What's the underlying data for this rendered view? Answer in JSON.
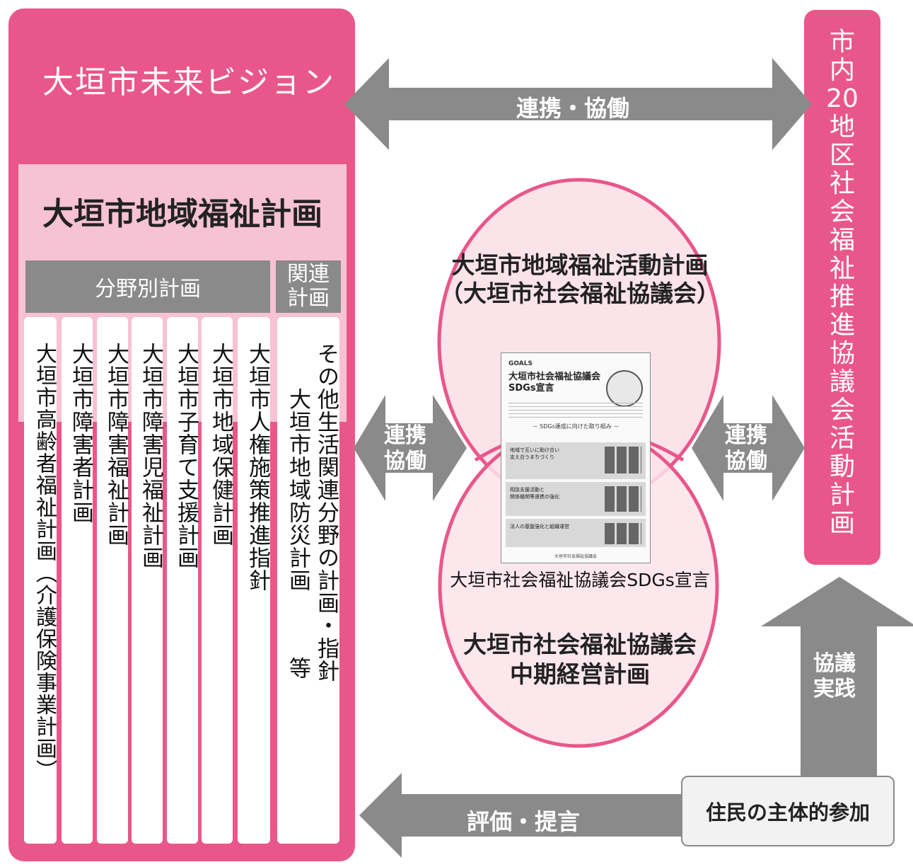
{
  "vision": {
    "title": "大垣市未来ビジョン"
  },
  "welfare_plan": {
    "title": "大垣市地域福祉計画",
    "sector_header": "分野別計画",
    "related_header_line1": "関連",
    "related_header_line2": "計画",
    "sector_plans": [
      "大垣市高齢者福祉計画（介護保険事業計画）",
      "大垣市障害者計画",
      "大垣市障害福祉計画",
      "大垣市障害児福祉計画",
      "大垣市子育て支援計画",
      "大垣市地域保健計画",
      "大垣市人権施策推進指針"
    ],
    "related_plan_line1": "その他生活関連分野の計画・指針",
    "related_plan_line2": "大垣市地域防災計画",
    "related_plan_line3": "等"
  },
  "district": {
    "title": "市内20地区社会福祉推進協議会活動計画"
  },
  "arrows": {
    "top": "連携・協働",
    "left_mid_line1": "連携",
    "left_mid_line2": "協働",
    "right_mid_line1": "連携",
    "right_mid_line2": "協働",
    "bottom": "評価・提言",
    "up_line1": "協議",
    "up_line2": "実践"
  },
  "center": {
    "activity_plan_line1": "大垣市地域福祉活動計画",
    "activity_plan_line2": "（大垣市社会福祉協議会）",
    "mid_term_line1": "大垣市社会福祉協議会",
    "mid_term_line2": "中期経営計画",
    "doc_caption": "大垣市社会福祉協議会SDGs宣言",
    "doc": {
      "brand": "GOALS",
      "title_line1": "大垣市社会福祉協議会",
      "title_line2": "SDGs宣言",
      "section": "－ SDGs達成に向けた取り組み －",
      "item1_line1": "地域で互いに助け合い",
      "item1_line2": "支え合うまちづくり",
      "item2_line1": "相談支援活動と",
      "item2_line2": "関係機関等連携の強化",
      "item3": "法人の基盤強化と組織運営",
      "footer": "大垣市社会福祉協議会"
    }
  },
  "resident": {
    "label": "住民の主体的参加"
  },
  "colors": {
    "pink": "#e9578a",
    "light_pink": "#f7c2d3",
    "ellipse_fill": "#fbe3ea",
    "gray": "#8a8a8a"
  }
}
